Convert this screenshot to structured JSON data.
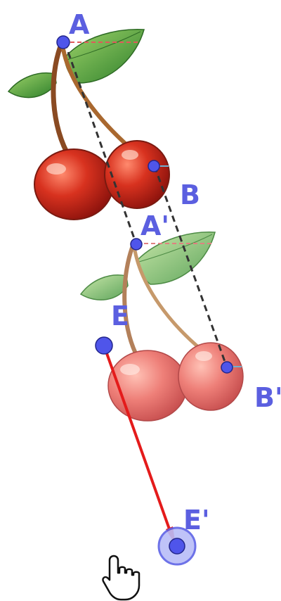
{
  "labels": {
    "A": "A",
    "B": "B",
    "A_prime": "A'",
    "B_prime": "B'",
    "E": "E",
    "E_prime": "E'"
  },
  "colors": {
    "point": "#4f55ea",
    "label": "#5b5fe0",
    "vector": "#e41b1b",
    "dashed": "#333333",
    "cherry": "#d63026",
    "cherry_faded": "#e86c6c",
    "leaf": "#3f9a3a",
    "stem": "#8a4a22"
  },
  "icons": {
    "cursor": "hand-pointer-icon"
  }
}
